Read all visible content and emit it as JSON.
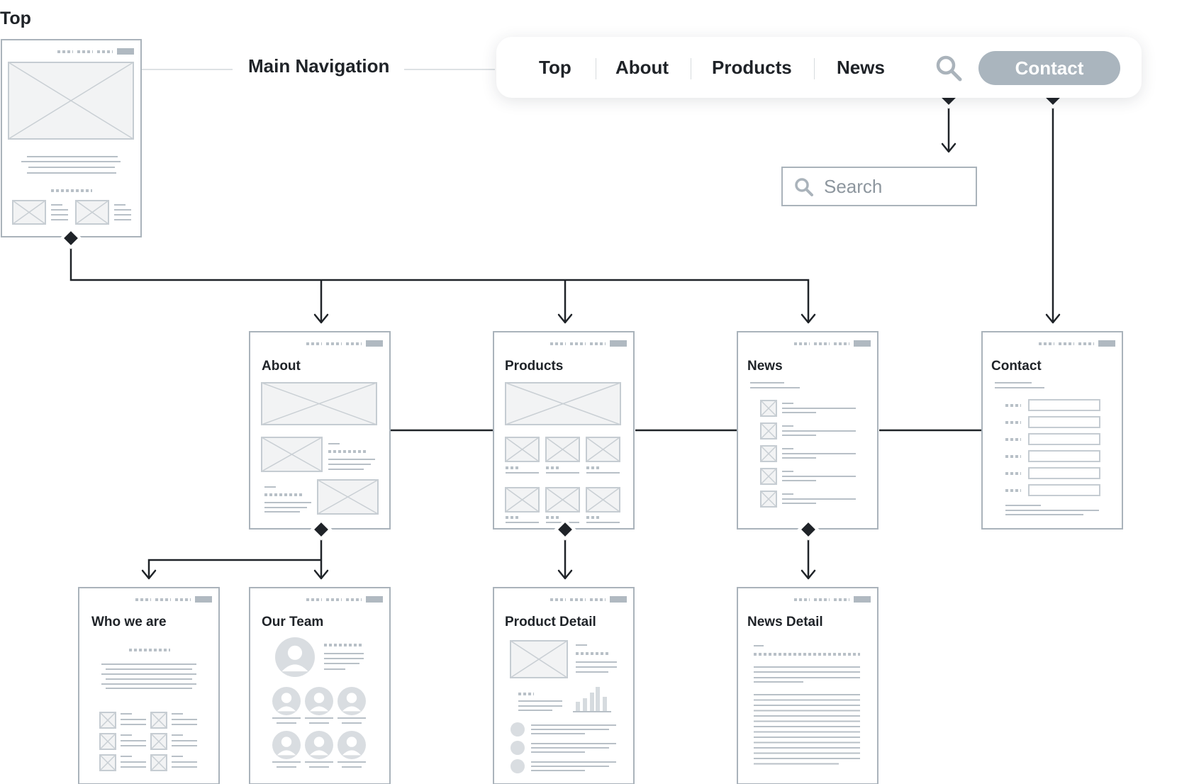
{
  "labels": {
    "top": "Top",
    "main_navigation": "Main Navigation"
  },
  "navigation": {
    "items": [
      "Top",
      "About",
      "Products",
      "News"
    ],
    "search_icon": "search-icon",
    "contact": "Contact"
  },
  "search": {
    "placeholder": "Search"
  },
  "pages": {
    "about": "About",
    "products": "Products",
    "news": "News",
    "contact": "Contact",
    "who_we_are": "Who we are",
    "our_team": "Our Team",
    "product_detail": "Product Detail",
    "news_detail": "News Detail"
  },
  "colors": {
    "connector": "#1f2328",
    "wireframe_border": "#aab3bb",
    "wireframe_fill": "#f2f3f4",
    "placeholder_line": "#b8c0c7",
    "contact_button": "#aab5be"
  }
}
